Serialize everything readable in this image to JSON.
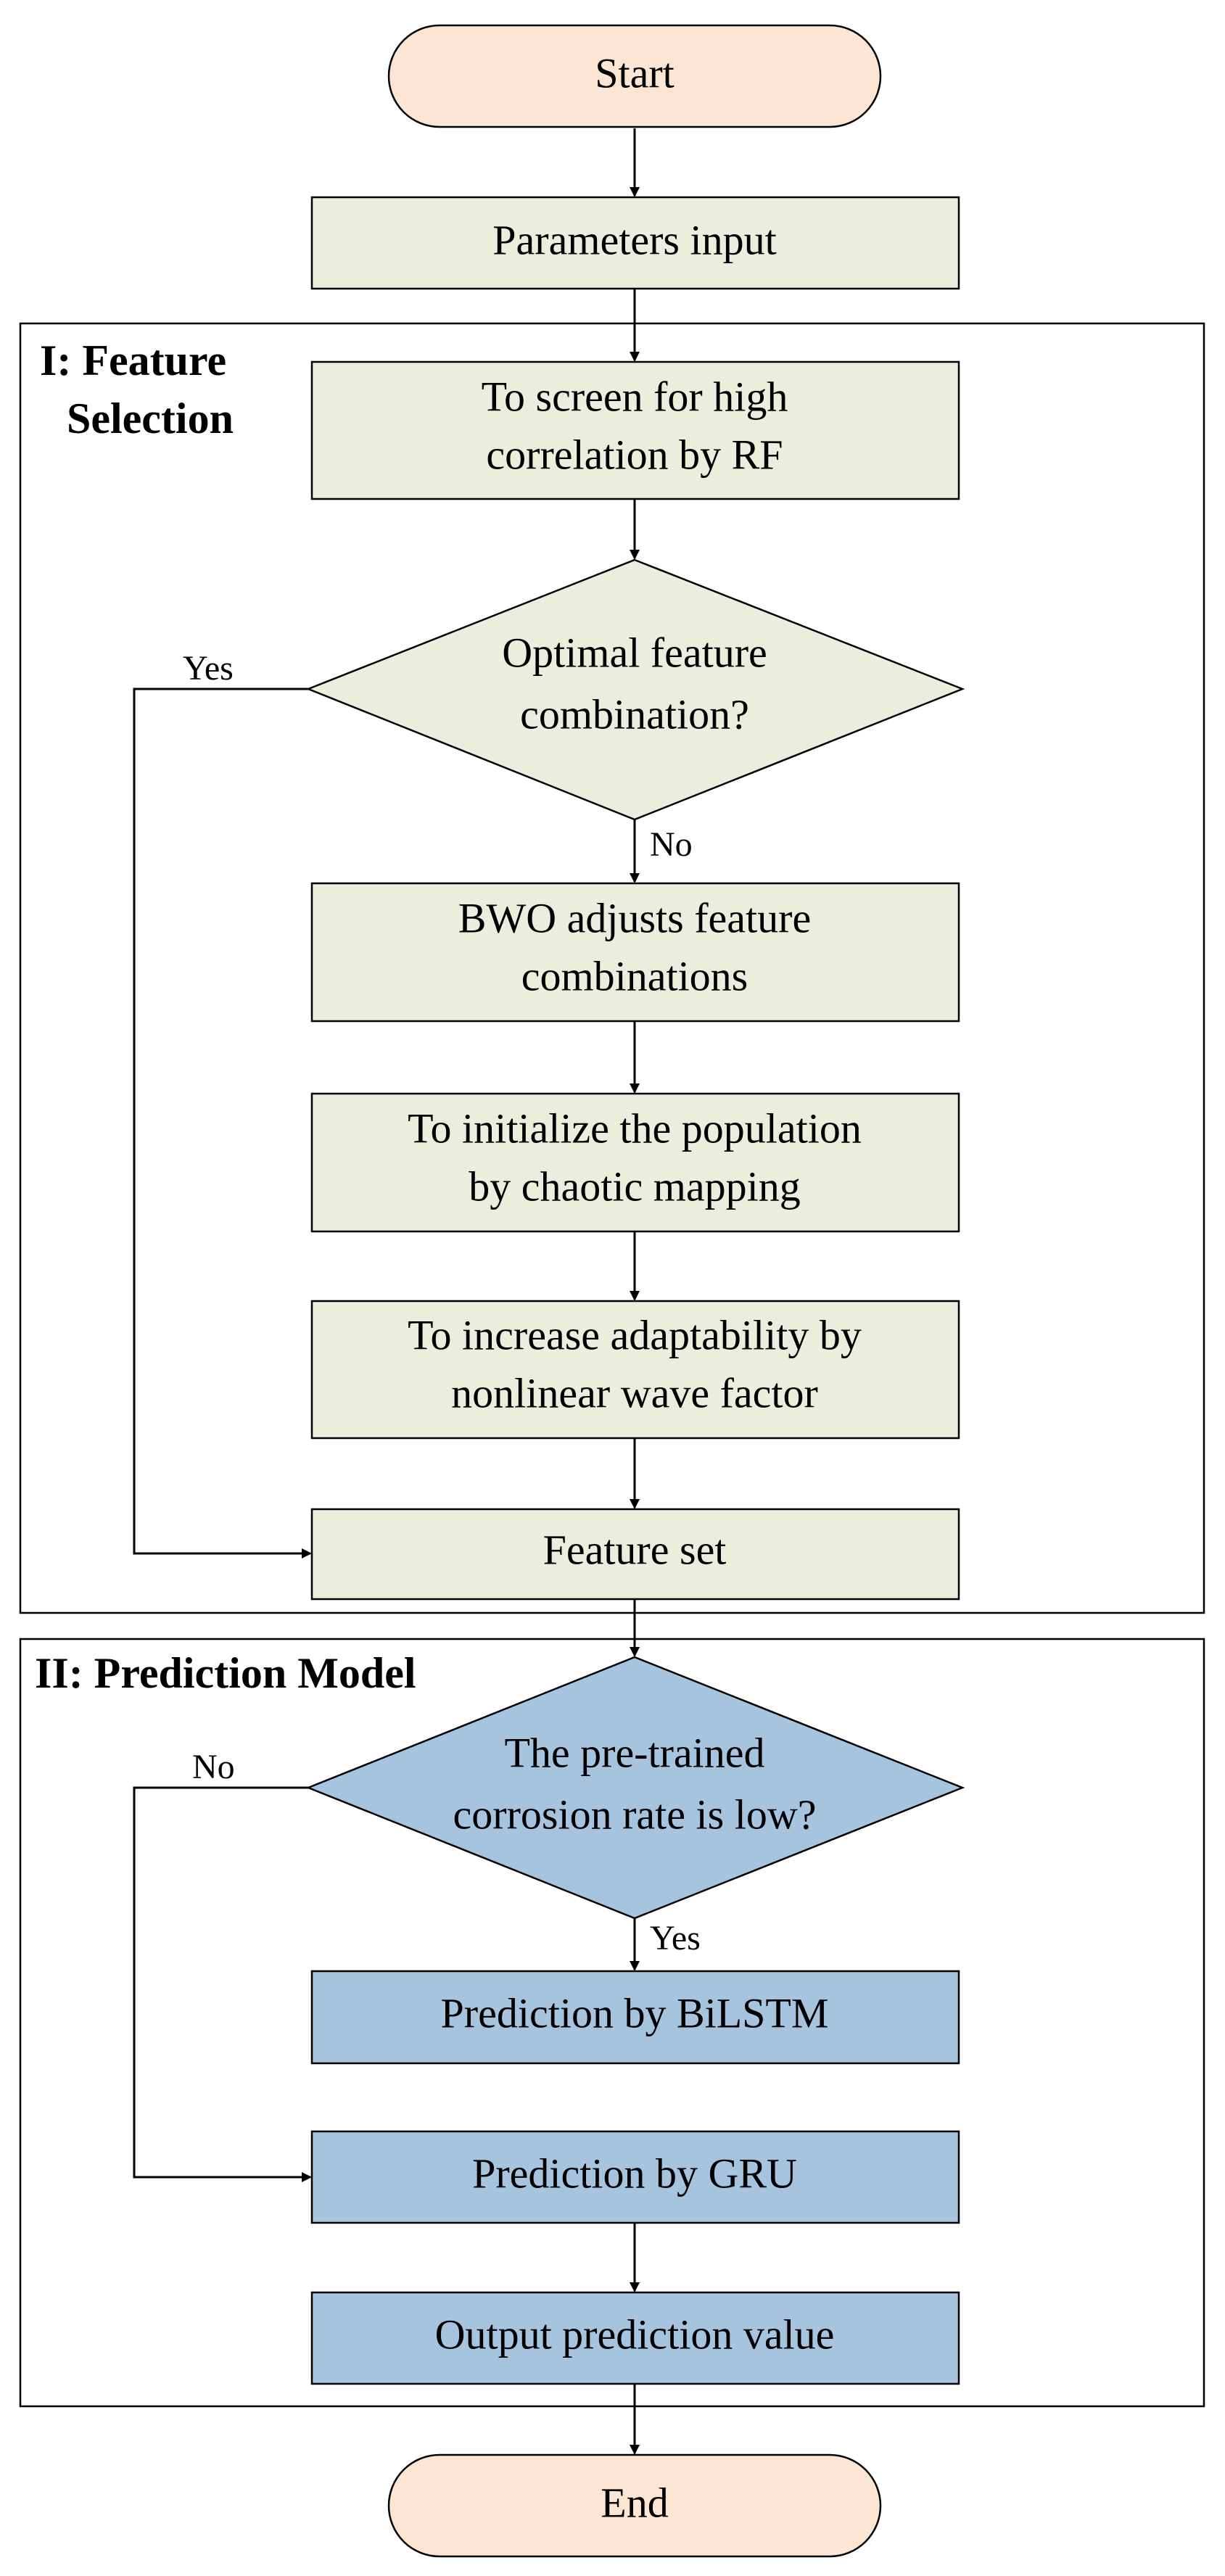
{
  "colors": {
    "terminal_fill": "#fce6d3",
    "step_fill_green": "#e9efdc",
    "step_fill_blue": "#a7c4de",
    "stroke": "#000000",
    "background": "#ffffff"
  },
  "sections": {
    "feature_selection": {
      "title_line1": "I: Feature",
      "title_line2": "Selection"
    },
    "prediction_model": {
      "title": "II: Prediction Model"
    }
  },
  "nodes": {
    "start": {
      "label": "Start",
      "shape": "terminal"
    },
    "params": {
      "label": "Parameters input",
      "shape": "process"
    },
    "rf": {
      "line1": "To screen for high",
      "line2": "correlation by RF",
      "shape": "process"
    },
    "optimal": {
      "line1": "Optimal feature",
      "line2": "combination?",
      "shape": "decision"
    },
    "bwo": {
      "line1": "BWO adjusts feature",
      "line2": "combinations",
      "shape": "process"
    },
    "chaotic": {
      "line1": "To initialize the population",
      "line2": "by chaotic mapping",
      "shape": "process"
    },
    "wave": {
      "line1": "To increase adaptability by",
      "line2": "nonlinear wave factor",
      "shape": "process"
    },
    "feature_set": {
      "label": "Feature set",
      "shape": "process"
    },
    "pretrained": {
      "line1": "The pre-trained",
      "line2": "corrosion rate is low?",
      "shape": "decision"
    },
    "bilstm": {
      "label": "Prediction by BiLSTM",
      "shape": "process"
    },
    "gru": {
      "label": "Prediction by GRU",
      "shape": "process"
    },
    "output": {
      "label": "Output prediction value",
      "shape": "process"
    },
    "end": {
      "label": "End",
      "shape": "terminal"
    }
  },
  "edge_labels": {
    "optimal_yes": "Yes",
    "optimal_no": "No",
    "pretrained_no": "No",
    "pretrained_yes": "Yes"
  }
}
